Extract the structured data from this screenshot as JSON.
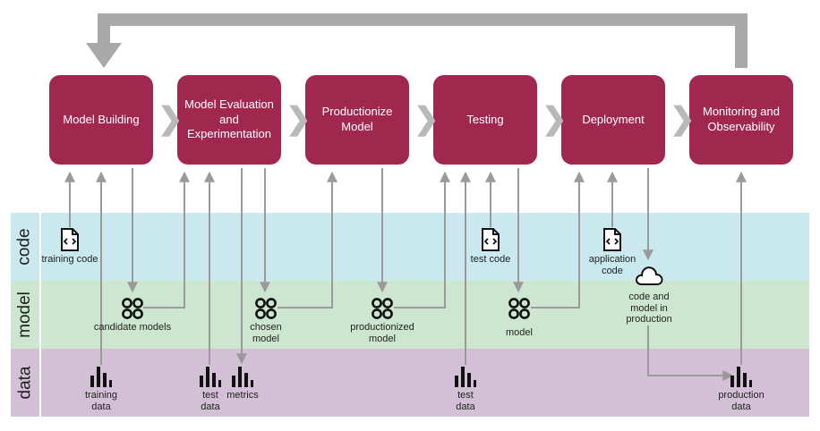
{
  "lanes": {
    "code": "code",
    "model": "model",
    "data": "data"
  },
  "stages": [
    {
      "label": "Model Building"
    },
    {
      "label": "Model Evaluation and Experimentation"
    },
    {
      "label": "Productionize Model"
    },
    {
      "label": "Testing"
    },
    {
      "label": "Deployment"
    },
    {
      "label": "Monitoring and Observability"
    }
  ],
  "artifacts": {
    "training_code": "training code",
    "candidate_models": "candidate models",
    "training_data": "training data",
    "test_data_1": "test data",
    "metrics": "metrics",
    "chosen_model": "chosen model",
    "productionized_model": "productionized model",
    "test_code": "test code",
    "test_data_2": "test data",
    "model": "model",
    "application_code": "application code",
    "code_and_model_in_production": "code and model in production",
    "production_data": "production data"
  },
  "colors": {
    "stage": "#a0284f",
    "code_lane": "#c9e9ef",
    "model_lane": "#cde6cf",
    "data_lane": "#d3bfd6",
    "arrow": "#9a9a9a",
    "feedback_arrow": "#a9a9a9"
  },
  "icons": {
    "code": "code-file-icon",
    "model": "model-circles-icon",
    "data": "bar-chart-icon",
    "production": "cloud-icon"
  }
}
